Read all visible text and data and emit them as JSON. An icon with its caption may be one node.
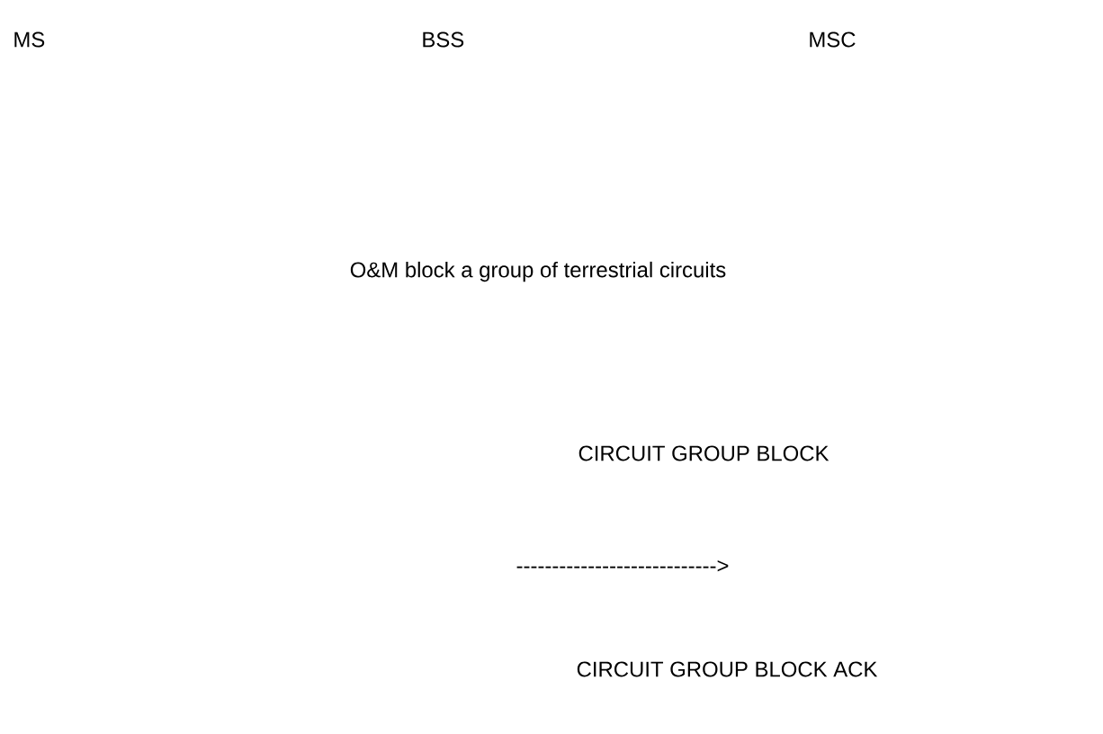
{
  "diagram": {
    "labels": [
      "MS",
      "BSS",
      "MSC",
      "O&M block a group of terrestrial circuits",
      "CIRCUIT GROUP BLOCK",
      "---------------------------->",
      "CIRCUIT GROUP BLOCK ACK"
    ]
  }
}
